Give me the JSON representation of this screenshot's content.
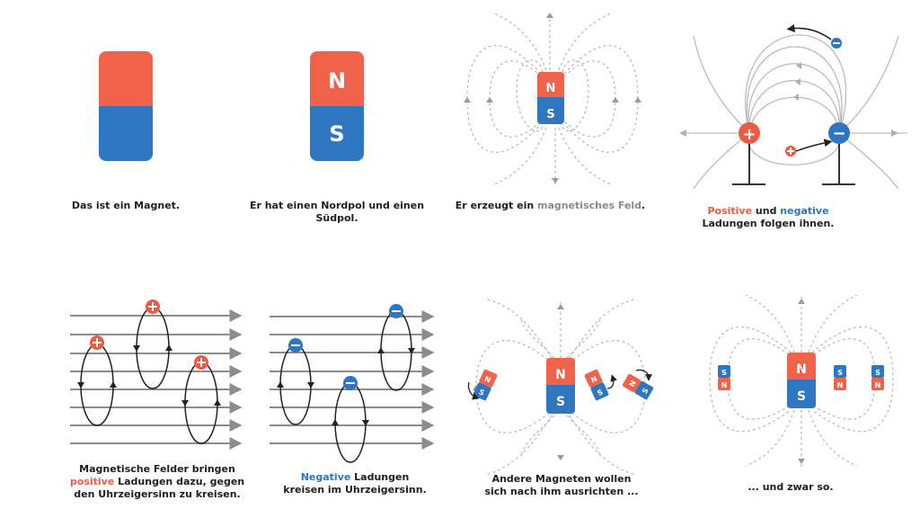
{
  "colors": {
    "north": "#f0624a",
    "south": "#2f76c0",
    "positive": "#f05a45",
    "negative": "#2f76c0",
    "field_line": "#b8b8b8",
    "field_arrow": "#9a9a9a",
    "rail": "#8c8c8c",
    "text": "#1e1e1e",
    "highlight_grey": "#8a8a8a"
  },
  "poles": {
    "north": "N",
    "south": "S"
  },
  "charges": {
    "positive_symbol": "+",
    "negative_symbol": "−"
  },
  "panels": [
    {
      "caption": "Das ist ein Magnet."
    },
    {
      "caption": "Er hat einen Nordpol und einen Südpol."
    },
    {
      "caption_pre": "Er erzeugt ein ",
      "caption_highlight": "magnetisches Feld",
      "caption_post": "."
    },
    {
      "caption_word1": "Positive",
      "caption_mid": " und ",
      "caption_word2": "negative",
      "caption_line2": "Ladungen folgen ihnen."
    },
    {
      "caption_line1": "Magnetische Felder bringen",
      "caption_highlight": "positive",
      "caption_line2_rest": " Ladungen dazu, gegen",
      "caption_line3": "den Uhrzeigersinn zu kreisen."
    },
    {
      "caption_highlight": "Negative",
      "caption_line1_rest": " Ladungen",
      "caption_line2": "kreisen im Uhrzeigersinn."
    },
    {
      "caption_line1": "Andere Magneten wollen",
      "caption_line2": "sich nach ihm ausrichten ..."
    },
    {
      "caption": "... und zwar so."
    }
  ]
}
